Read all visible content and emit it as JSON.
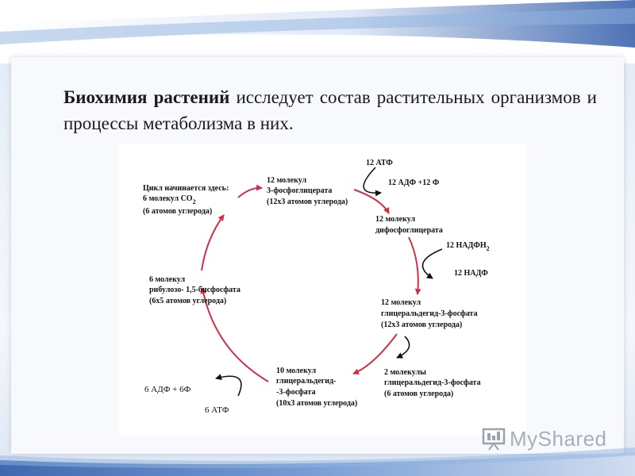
{
  "slide": {
    "intro_bold": "Биохимия растений",
    "intro_rest": " исследует состав растительных организмов и процессы метаболизма в них."
  },
  "diagram": {
    "start": {
      "line1": "Цикл начинается здесь:",
      "line2": "6 молекул CO",
      "line2_sub": "2",
      "line3": "(6 атомов углерода)"
    },
    "pga": {
      "line1": "12 молекул",
      "line2": "3-фосфоглицерата",
      "line3": "(12x3 атомов углерода)"
    },
    "atp_in": "12 АТФ",
    "adp_out": "12 АДФ +12 Ф",
    "dpga": {
      "line1": "12 молекул",
      "line2": "дифосфоглицерата"
    },
    "nadph_in": "12 НАДФН",
    "nadph_sub": "2",
    "nadp_out": "12 НАДФ",
    "g3p": {
      "line1": "12 молекул",
      "line2": "глицеральдегид-3-фосфата",
      "line3": "(12x3 атомов углерода)"
    },
    "g3p_out": {
      "line1": "2 молекулы",
      "line2": "глицеральдегид-3-фосфата",
      "line3": "(6 атомов углерода)"
    },
    "g3p_recycle": {
      "line1": "10 молекул",
      "line2": "глицеральдегид-",
      "line3": "-3-фосфата",
      "line4": "(10x3 атомов углерода)"
    },
    "atp6_in": "6 АТФ",
    "adp6_out": "6 АДФ + 6Ф",
    "rubp": {
      "line1": "6 молекул",
      "line2": "рибулозо- 1,5-бисфосфата",
      "line3": "(6x5 атомов углерода)"
    }
  },
  "watermark": {
    "text": "MyShared",
    "icon": "presentation-board-icon"
  },
  "colors": {
    "cycle_arrow": "#d0304a",
    "side_arrow": "#111111",
    "band_blue": "#2e5aa8",
    "band_light": "#8fb3e0"
  }
}
